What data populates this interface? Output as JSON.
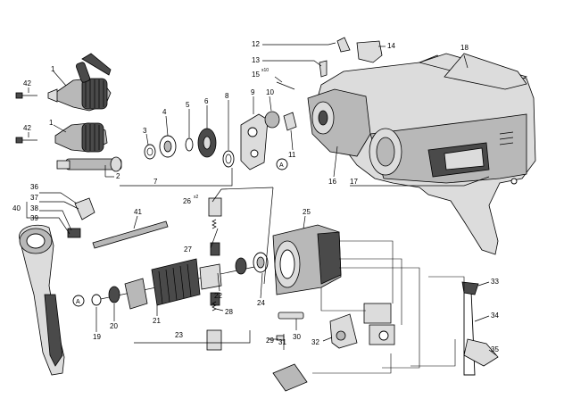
{
  "labels": {
    "p1a": "1",
    "p1b": "1",
    "p2": "2",
    "p3": "3",
    "p4": "4",
    "p5": "5",
    "p6": "6",
    "p7": "7",
    "p8": "8",
    "p9": "9",
    "p10": "10",
    "p11": "11",
    "p12": "12",
    "p13": "13",
    "p14": "14",
    "p15": "15",
    "p16": "16",
    "p17": "17",
    "p18": "18",
    "p19": "19",
    "p20": "20",
    "p21": "21",
    "p22": "22",
    "p23": "23",
    "p24": "24",
    "p25": "25",
    "p26": "26",
    "p27": "27",
    "p28": "28",
    "p29": "29",
    "p30": "30",
    "p31": "31",
    "p32": "32",
    "p33": "33",
    "p34": "34",
    "p35": "35",
    "p36": "36",
    "p37": "37",
    "p38": "38",
    "p39": "39",
    "p40": "40",
    "p41": "41",
    "p42a": "42",
    "p42b": "42",
    "calloutA1": "A",
    "calloutA2": "A",
    "qty26": "x2",
    "qty15": "x10"
  }
}
